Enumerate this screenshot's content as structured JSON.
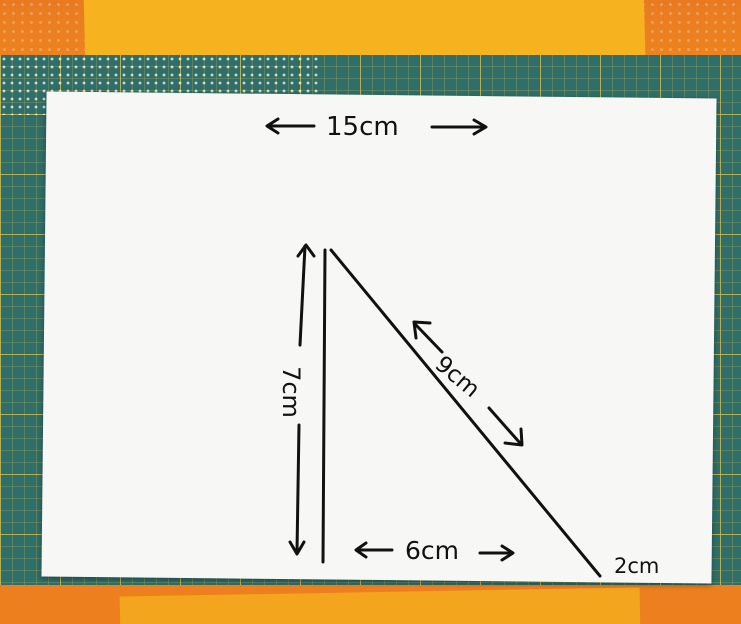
{
  "labels": {
    "width": "15cm",
    "height": "7cm",
    "hypotenuse": "9cm",
    "base": "6cm",
    "corner": "2cm"
  },
  "colors": {
    "paper": "#f7f7f6",
    "ink": "#111111",
    "mat": "#2f6e69",
    "orange": "#ee7f1f",
    "yellow": "#f6b21f"
  }
}
